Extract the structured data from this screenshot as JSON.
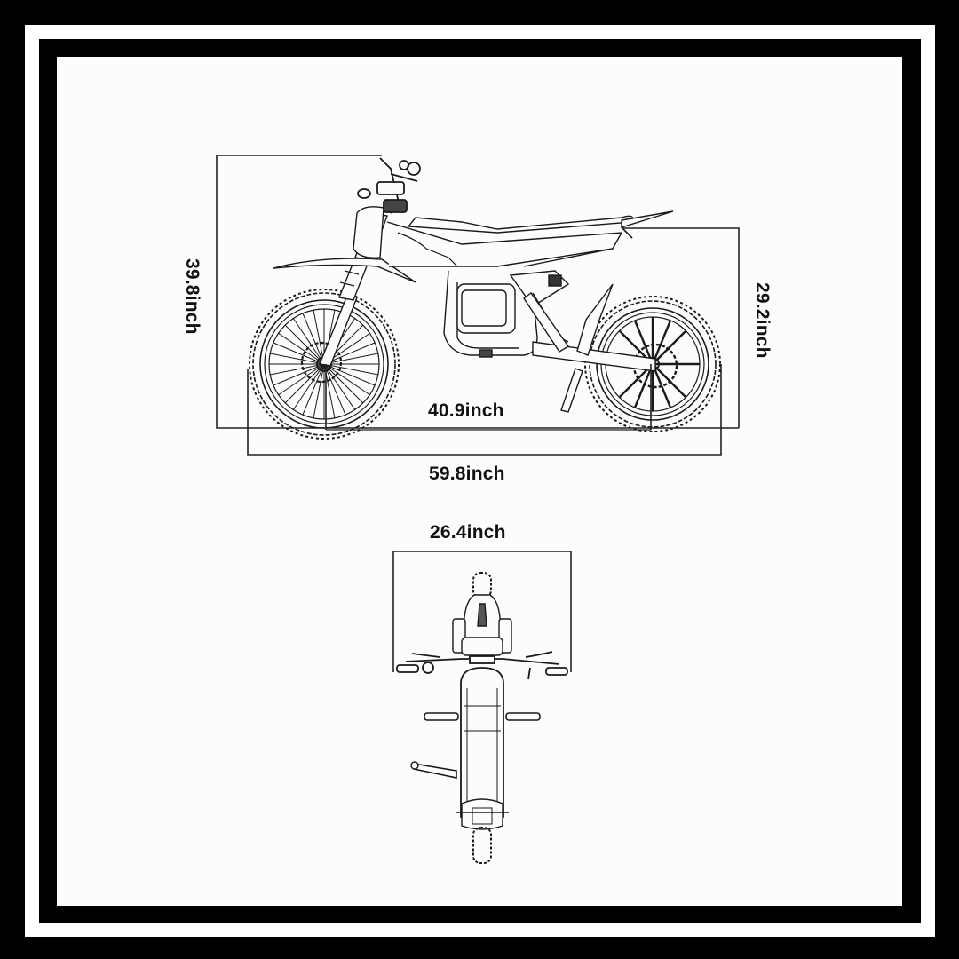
{
  "figure": {
    "title": "Electric dirt bike dimension drawing",
    "views": [
      "side-view",
      "top-view"
    ],
    "units": "inch",
    "colors": {
      "background": "#fdfcfc",
      "line": "#111111",
      "frame_outer": "#000000",
      "frame_mat": "#ffffff"
    }
  },
  "dimensions": {
    "overall_height": {
      "label": "39.8inch",
      "value": 39.8
    },
    "seat_height": {
      "label": "29.2inch",
      "value": 29.2
    },
    "wheelbase": {
      "label": "40.9inch",
      "value": 40.9
    },
    "overall_length": {
      "label": "59.8inch",
      "value": 59.8
    },
    "handlebar_width": {
      "label": "26.4inch",
      "value": 26.4
    }
  }
}
